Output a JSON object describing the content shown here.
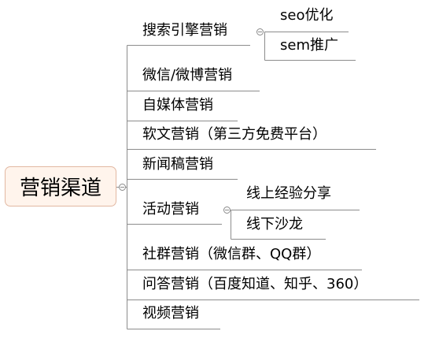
{
  "root": {
    "label": "营销渠道"
  },
  "branches": [
    {
      "label": "搜索引擎营销",
      "children": [
        {
          "label": "seo优化"
        },
        {
          "label": "sem推广"
        }
      ]
    },
    {
      "label": "微信/微博营销"
    },
    {
      "label": "自媒体营销"
    },
    {
      "label": "软文营销（第三方免费平台）"
    },
    {
      "label": "新闻稿营销"
    },
    {
      "label": "活动营销",
      "children": [
        {
          "label": "线上经验分享"
        },
        {
          "label": "线下沙龙"
        }
      ]
    },
    {
      "label": "社群营销（微信群、QQ群）"
    },
    {
      "label": "问答营销（百度知道、知乎、360）"
    },
    {
      "label": "视频营销"
    }
  ],
  "colors": {
    "line": "#8c8c8c",
    "root_fill": "#fff4ec",
    "root_border": "#e2b8a2"
  }
}
